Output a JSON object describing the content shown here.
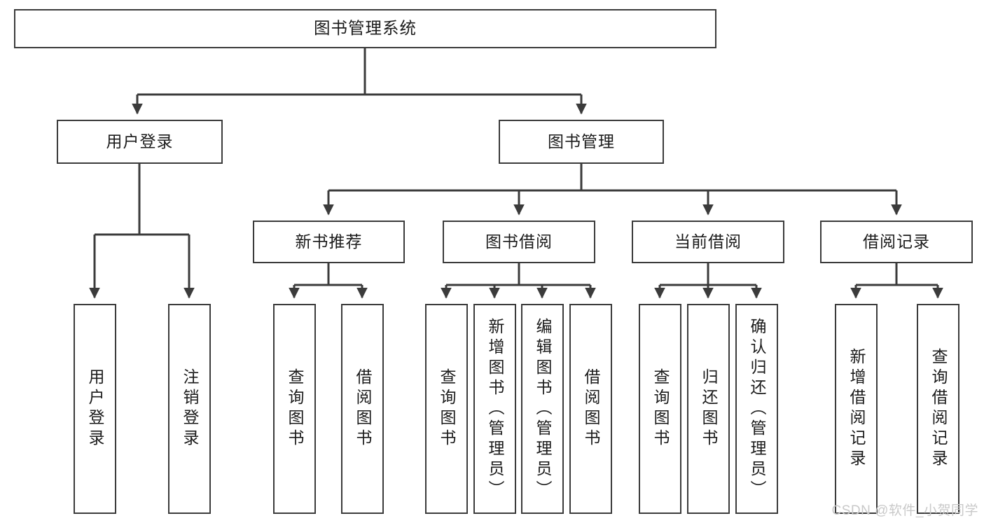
{
  "diagram": {
    "title": "图书管理系统",
    "type": "hierarchy-tree",
    "colors": {
      "stroke": "#3b3b3b",
      "fill": "#ffffff",
      "text": "#1b1b1b",
      "watermark": "#c9c9c9"
    },
    "levels": {
      "root": {
        "label": "图书管理系统"
      },
      "level2": [
        {
          "label": "用户登录"
        },
        {
          "label": "图书管理"
        }
      ],
      "level3": [
        {
          "label": "新书推荐"
        },
        {
          "label": "图书借阅"
        },
        {
          "label": "当前借阅"
        },
        {
          "label": "借阅记录"
        }
      ],
      "leaves": {
        "user_login": [
          {
            "label": "用户登录"
          },
          {
            "label": "注销登录"
          }
        ],
        "new_book_recommend": [
          {
            "label": "查询图书"
          },
          {
            "label": "借阅图书"
          }
        ],
        "book_borrow": [
          {
            "label": "查询图书"
          },
          {
            "label": "新增图书（管理员）"
          },
          {
            "label": "编辑图书（管理员）"
          },
          {
            "label": "借阅图书"
          }
        ],
        "current_borrow": [
          {
            "label": "查询图书"
          },
          {
            "label": "归还图书"
          },
          {
            "label": "确认归还（管理员）"
          }
        ],
        "borrow_record": [
          {
            "label": "新增借阅记录"
          },
          {
            "label": "查询借阅记录"
          }
        ]
      }
    }
  },
  "watermark": {
    "text": "CSDN @软件_小贺同学"
  }
}
